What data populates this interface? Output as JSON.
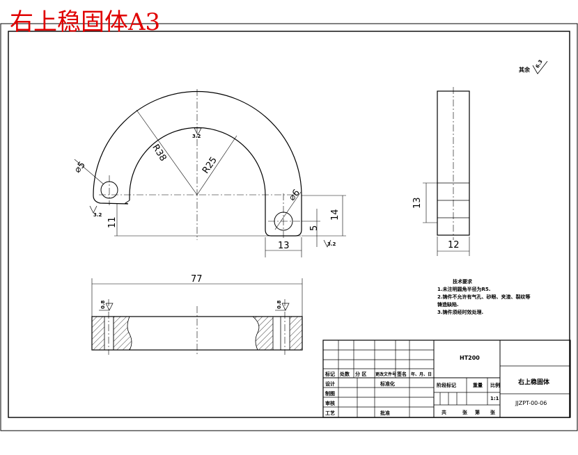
{
  "header": {
    "title": "右上稳固体A3"
  },
  "roughness_general": {
    "label": "其余",
    "value": "6.3"
  },
  "front_view": {
    "radius_outer": "R38",
    "radius_inner": "R25",
    "hole_left": "⌀5",
    "hole_right": "⌀6",
    "dim_13": "13",
    "dim_14": "14",
    "dim_5": "5",
    "dim_11": "11",
    "rough_top": "3.2",
    "rough_left": "3.2",
    "rough_bottom": "3.2"
  },
  "side_view": {
    "dim_height": "13",
    "dim_width": "12"
  },
  "bottom_view": {
    "dim_length": "77",
    "rough_left": "0.8",
    "rough_right": "0.8"
  },
  "tech_notes": {
    "title": "技术要求",
    "items": [
      "1.未注明圆角半径为R5.",
      "2.铸件不允许有气孔、砂眼、夹渣、裂纹等",
      "铸造缺陷.",
      "3.铸件须经时效处理."
    ]
  },
  "title_block": {
    "material": "HT200",
    "part_name": "右上稳固体",
    "drawing_no": "JJZPT-00-06",
    "scale": "1:1",
    "col_mark": "标记",
    "col_count": "处数",
    "col_zone": "分 区",
    "col_doc": "更改文件号",
    "col_sign": "签名",
    "col_date": "年、月、日",
    "designer": "设计",
    "drafter": "制图",
    "checker": "审核",
    "process": "工艺",
    "standardize": "标准化",
    "approve": "批准",
    "stage_mark": "阶段标记",
    "weight": "重量",
    "ratio": "比例",
    "sheets_total": "共",
    "sheets_word": "张",
    "sheet_no": "第",
    "sheet_word": "张"
  }
}
